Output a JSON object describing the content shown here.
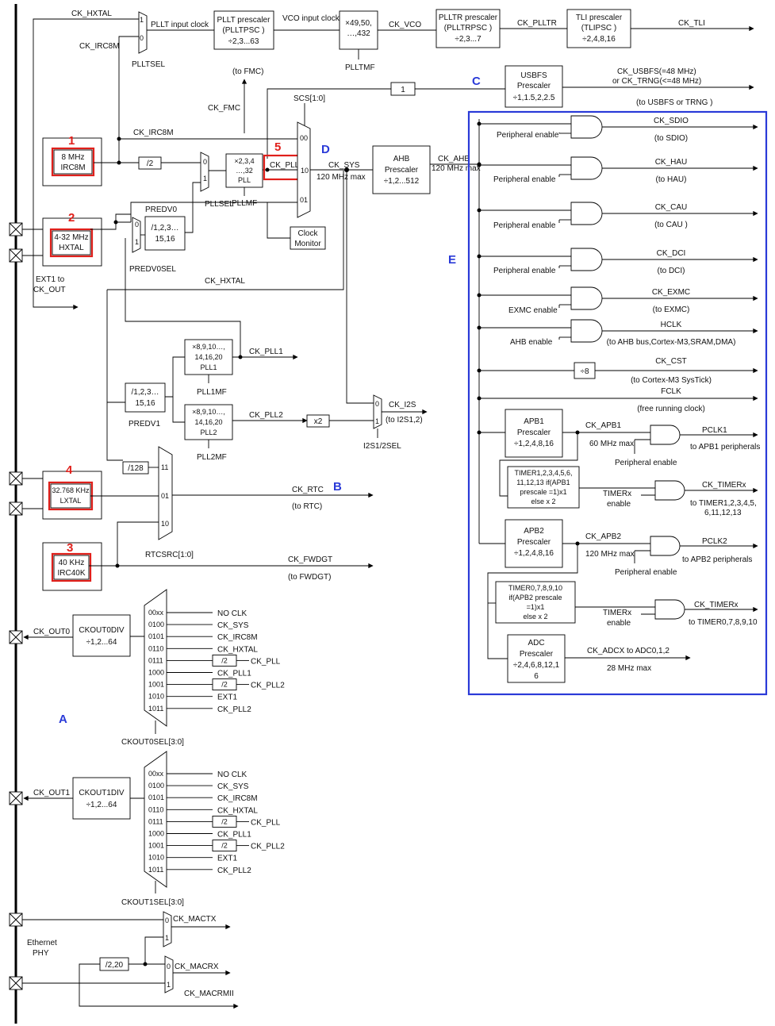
{
  "markers": {
    "m1": "1",
    "m2": "2",
    "m3": "3",
    "m4": "4",
    "m5": "5",
    "A": "A",
    "B": "B",
    "C": "C",
    "D": "D",
    "E": "E"
  },
  "oscillators": {
    "irc8m": [
      "8 MHz",
      "IRC8M"
    ],
    "hxtal": [
      "4-32 MHz",
      "HXTAL"
    ],
    "lxtal": [
      "32.768 KHz",
      "LXTAL"
    ],
    "irc40k": [
      "40 KHz",
      "IRC40K"
    ]
  },
  "top_row": {
    "ck_hxtal": "CK_HXTAL",
    "ck_irc8m": "CK_IRC8M",
    "pllt_input": "PLLT input clock",
    "plltsel": "PLLTSEL",
    "pllt_prescaler": [
      "PLLT prescaler",
      "(PLLTPSC )",
      "÷2,3...63"
    ],
    "vco_input": "VCO input clock",
    "plltmf_box": [
      "×49,50,",
      "…,432"
    ],
    "plltmf": "PLLTMF",
    "ck_vco": "CK_VCO",
    "pllr_prescaler": [
      "PLLTR prescaler",
      "(PLLTRPSC )",
      "÷2,3...7"
    ],
    "ck_plltr": "CK_PLLTR",
    "tli_prescaler": [
      "TLI prescaler",
      "(TLIPSC )",
      "÷2,4,8,16"
    ],
    "ck_tli": "CK_TLI"
  },
  "fmc": {
    "to_fmc": "(to FMC)",
    "ck_fmc": "CK_FMC"
  },
  "usb": {
    "div1": "1",
    "prescaler": [
      "USBFS",
      "Prescaler",
      "÷1,1.5,2,2.5"
    ],
    "out1": "CK_USBFS(=48 MHz)",
    "out2": "or CK_TRNG(<=48 MHz)",
    "dest": "(to USBFS or TRNG )"
  },
  "core": {
    "scs": "SCS[1:0]",
    "ck_irc8m": "CK_IRC8M",
    "div2": "/2",
    "pll_box": [
      "×2,3,4",
      "…,32",
      "PLL"
    ],
    "ck_pll": "CK_PLL",
    "ck_sys": "CK_SYS",
    "sys_max": "120 MHz max",
    "ahb": [
      "AHB",
      "Prescaler",
      "÷1,2...512"
    ],
    "ck_ahb": "CK_AHB",
    "ahb_max": "120 MHz max",
    "pllsel": "PLLSEL",
    "pllmf": "PLLMF",
    "predv0": "PREDV0",
    "predv0_box": [
      "/1,2,3…",
      "15,16"
    ],
    "predv0sel": "PREDV0SEL",
    "clock_monitor": [
      "Clock",
      "Monitor"
    ],
    "ck_hxtal": "CK_HXTAL",
    "ext1": [
      "EXT1 to",
      "CK_OUT"
    ],
    "mux_00": "00",
    "mux_10": "10",
    "mux_01": "01",
    "pllsel_0": "0",
    "pllsel_1": "1",
    "predv0sel_0": "0",
    "predv0sel_1": "1",
    "plltsel_1": "1",
    "plltsel_0": "0"
  },
  "pll12": {
    "pll1_box": [
      "×8,9,10…,",
      "14,16,20",
      "PLL1"
    ],
    "ck_pll1": "CK_PLL1",
    "pll1mf": "PLL1MF",
    "predv1_box": [
      "/1,2,3…",
      "15,16"
    ],
    "predv1": "PREDV1",
    "pll2_box": [
      "×8,9,10…,",
      "14,16,20",
      "PLL2"
    ],
    "ck_pll2": "CK_PLL2",
    "pll2mf": "PLL2MF",
    "x2": "x2",
    "ck_i2s": "CK_I2S",
    "to_i2s": "(to I2S1,2)",
    "i2ssel": "I2S1/2SEL",
    "i2s_0": "0",
    "i2s_1": "1"
  },
  "rtc": {
    "div128": "/128",
    "in11": "11",
    "in01": "01",
    "in10": "10",
    "ck_rtc": "CK_RTC",
    "to_rtc": "(to RTC)",
    "rtcsrc": "RTCSRC[1:0]",
    "ck_fwdgt": "CK_FWDGT",
    "to_fwdgt": "(to FWDGT)"
  },
  "ckout0": {
    "pin": "CK_OUT0",
    "div": [
      "CKOUT0DIV",
      "÷1,2...64"
    ],
    "codes": [
      "00xx",
      "0100",
      "0101",
      "0110",
      "0111",
      "1000",
      "1001",
      "1010",
      "1011"
    ],
    "sources": [
      "NO CLK",
      "CK_SYS",
      "CK_IRC8M",
      "CK_HXTAL",
      "CK_PLL",
      "CK_PLL1",
      "CK_PLL2",
      "EXT1",
      "CK_PLL2"
    ],
    "div2": "/2",
    "sel": "CKOUT0SEL[3:0]"
  },
  "ckout1": {
    "pin": "CK_OUT1",
    "div": [
      "CKOUT1DIV",
      "÷1,2...64"
    ],
    "codes": [
      "00xx",
      "0100",
      "0101",
      "0110",
      "0111",
      "1000",
      "1001",
      "1010",
      "1011"
    ],
    "sources": [
      "NO CLK",
      "CK_SYS",
      "CK_IRC8M",
      "CK_HXTAL",
      "CK_PLL",
      "CK_PLL1",
      "CK_PLL2",
      "EXT1",
      "CK_PLL2"
    ],
    "div2": "/2",
    "sel": "CKOUT1SEL[3:0]"
  },
  "ethernet": {
    "phy": [
      "Ethernet",
      "PHY"
    ],
    "ck_mactx": "CK_MACTX",
    "div": "/2,20",
    "ck_macrx": "CK_MACRX",
    "ck_macrmii": "CK_MACRMII",
    "m0": "0",
    "m1": "1"
  },
  "peripherals": {
    "sdio": {
      "enable": "Peripheral enable",
      "clk": "CK_SDIO",
      "dest": "(to SDIO)"
    },
    "hau": {
      "enable": "Peripheral enable",
      "clk": "CK_HAU",
      "dest": "(to HAU)"
    },
    "cau": {
      "enable": "Peripheral enable",
      "clk": "CK_CAU",
      "dest": "(to CAU )"
    },
    "dci": {
      "enable": "Peripheral enable",
      "clk": "CK_DCI",
      "dest": "(to DCI)"
    },
    "exmc": {
      "enable": "EXMC enable",
      "clk": "CK_EXMC",
      "dest": "(to EXMC)"
    },
    "hclk": {
      "enable": "AHB enable",
      "clk": "HCLK",
      "dest": "(to AHB bus,Cortex-M3,SRAM,DMA)"
    },
    "cst": {
      "div": "÷8",
      "clk": "CK_CST",
      "dest": "(to Cortex-M3 SysTick)"
    },
    "fclk": {
      "clk": "FCLK",
      "dest": "(free running clock)"
    },
    "apb1": {
      "box": [
        "APB1",
        "Prescaler",
        "÷1,2,4,8,16"
      ],
      "ck": "CK_APB1",
      "max": "60 MHz max",
      "pclk": "PCLK1",
      "dest": "to APB1 peripherals",
      "enable": "Peripheral enable",
      "timer_box": [
        "TIMER1,2,3,4,5,6,",
        "11,12,13 if(APB1",
        "prescale =1)x1",
        "else x 2"
      ],
      "timer_enable": [
        "TIMERx",
        "enable"
      ],
      "ck_timer": "CK_TIMERx",
      "timer_dest": [
        "to TIMER1,2,3,4,5,",
        "6,11,12,13"
      ]
    },
    "apb2": {
      "box": [
        "APB2",
        "Prescaler",
        "÷1,2,4,8,16"
      ],
      "ck": "CK_APB2",
      "max": "120 MHz max",
      "pclk": "PCLK2",
      "dest": "to APB2 peripherals",
      "enable": "Peripheral enable",
      "timer_box": [
        "TIMER0,7,8,9,10",
        "if(APB2 prescale",
        "=1)x1",
        "else x 2"
      ],
      "timer_enable": [
        "TIMERx",
        "enable"
      ],
      "ck_timer": "CK_TIMERx",
      "timer_dest": "to TIMER0,7,8,9,10"
    },
    "adc": {
      "box": [
        "ADC",
        "Prescaler",
        "÷2,4,6,8,12,1",
        "6"
      ],
      "ck": "CK_ADCX to ADC0,1,2",
      "max": "28 MHz max"
    }
  }
}
